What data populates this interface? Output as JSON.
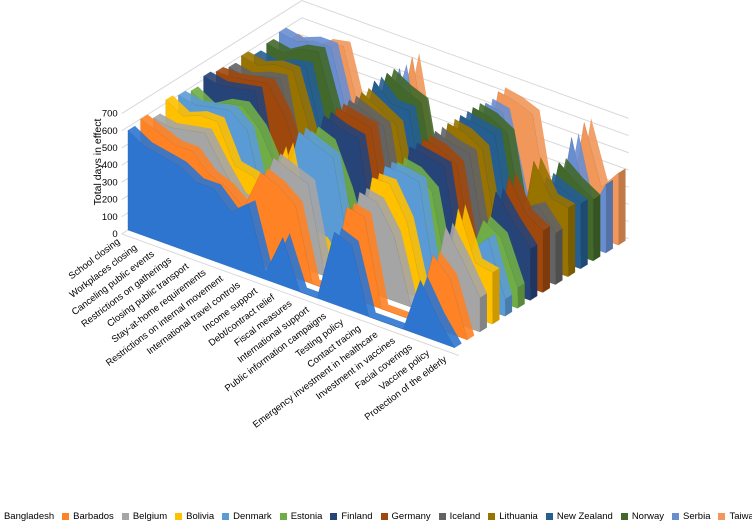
{
  "chart_data": {
    "type": "area",
    "is_3d": true,
    "title": "",
    "ylabel": "Total days in effect",
    "xlabel": "",
    "ylim": [
      0,
      700
    ],
    "yticks": [
      0,
      100,
      200,
      300,
      400,
      500,
      600,
      700
    ],
    "grid": true,
    "legend_position": "bottom",
    "categories": [
      "School closing",
      "Workplaces closing",
      "Canceling public events",
      "Restrictions on gatherings",
      "Closing public transport",
      "Stay-at-home requirements",
      "Restrictions on internal movement",
      "International travel controls",
      "Income support",
      "Debt/contract relief",
      "Fiscal measures",
      "International support",
      "Public information campaigns",
      "Testing policy",
      "Contact tracing",
      "Emergency investment in healthcare",
      "Investment in vaccines",
      "Facial coverings",
      "Vaccine policy",
      "Protection of the elderly"
    ],
    "series": [
      {
        "name": "Bangladesh",
        "color": "#2E75D0",
        "values": [
          580,
          520,
          500,
          480,
          420,
          420,
          320,
          400,
          40,
          280,
          0,
          0,
          420,
          380,
          0,
          0,
          0,
          320,
          140,
          0
        ]
      },
      {
        "name": "Barbados",
        "color": "#FF8225",
        "values": [
          600,
          560,
          520,
          520,
          420,
          380,
          300,
          540,
          500,
          420,
          0,
          0,
          520,
          500,
          0,
          0,
          0,
          420,
          320,
          0
        ]
      },
      {
        "name": "Belgium",
        "color": "#A5A5A5",
        "values": [
          560,
          540,
          560,
          580,
          420,
          280,
          250,
          580,
          540,
          500,
          0,
          0,
          560,
          540,
          380,
          0,
          0,
          540,
          380,
          200
        ]
      },
      {
        "name": "Bolivia",
        "color": "#FFC000",
        "values": [
          620,
          560,
          600,
          600,
          380,
          360,
          300,
          600,
          140,
          120,
          0,
          0,
          600,
          600,
          420,
          0,
          0,
          600,
          320,
          300
        ]
      },
      {
        "name": "Denmark",
        "color": "#5B9BD5",
        "values": [
          600,
          580,
          600,
          620,
          540,
          140,
          200,
          640,
          600,
          560,
          0,
          0,
          620,
          620,
          600,
          0,
          0,
          300,
          420,
          100
        ]
      },
      {
        "name": "Estonia",
        "color": "#70AD47",
        "values": [
          580,
          520,
          580,
          600,
          500,
          300,
          240,
          600,
          560,
          320,
          0,
          0,
          600,
          580,
          500,
          0,
          140,
          440,
          380,
          120
        ]
      },
      {
        "name": "Finland",
        "color": "#264478",
        "values": [
          620,
          600,
          620,
          640,
          100,
          100,
          220,
          640,
          600,
          580,
          0,
          0,
          640,
          620,
          600,
          0,
          0,
          560,
          420,
          300
        ]
      },
      {
        "name": "Germany",
        "color": "#9E480E",
        "values": [
          600,
          600,
          620,
          640,
          480,
          200,
          260,
          640,
          620,
          600,
          0,
          0,
          640,
          620,
          560,
          0,
          0,
          600,
          420,
          360
        ]
      },
      {
        "name": "Iceland",
        "color": "#636363",
        "values": [
          580,
          560,
          600,
          620,
          120,
          100,
          200,
          640,
          600,
          560,
          0,
          0,
          640,
          600,
          580,
          0,
          0,
          360,
          420,
          300
        ]
      },
      {
        "name": "Lithuania",
        "color": "#997300",
        "values": [
          600,
          580,
          620,
          620,
          300,
          260,
          300,
          640,
          580,
          520,
          0,
          0,
          640,
          620,
          560,
          0,
          0,
          600,
          420,
          400
        ]
      },
      {
        "name": "New Zealand",
        "color": "#255E91",
        "values": [
          560,
          540,
          580,
          600,
          200,
          200,
          220,
          660,
          560,
          560,
          0,
          0,
          640,
          620,
          600,
          0,
          0,
          460,
          420,
          380
        ]
      },
      {
        "name": "Norway",
        "color": "#43682B",
        "values": [
          580,
          560,
          620,
          640,
          300,
          200,
          260,
          660,
          600,
          560,
          0,
          0,
          640,
          620,
          560,
          0,
          0,
          500,
          420,
          360
        ]
      },
      {
        "name": "Serbia",
        "color": "#698ED0",
        "values": [
          600,
          580,
          620,
          620,
          240,
          300,
          260,
          640,
          120,
          100,
          0,
          0,
          620,
          600,
          160,
          0,
          0,
          600,
          180,
          400
        ]
      },
      {
        "name": "Taiwan",
        "color": "#F1975A",
        "values": [
          520,
          480,
          560,
          580,
          200,
          100,
          120,
          660,
          100,
          80,
          0,
          0,
          640,
          620,
          580,
          0,
          0,
          640,
          300,
          420
        ]
      }
    ]
  }
}
